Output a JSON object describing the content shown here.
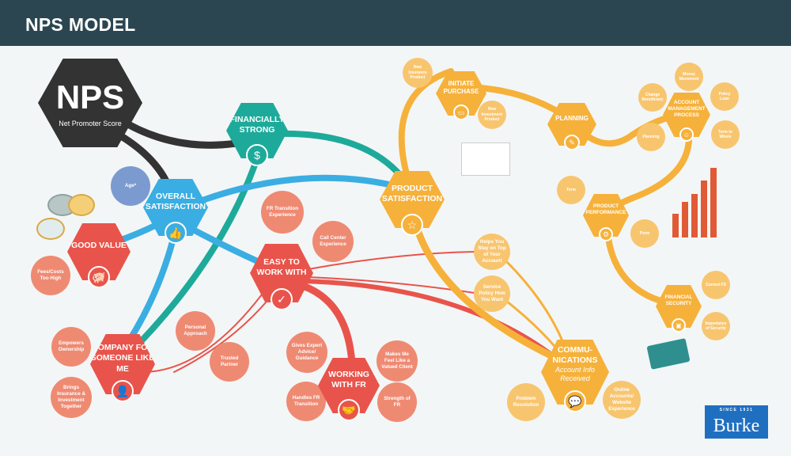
{
  "header": {
    "title": "NPS MODEL"
  },
  "nps": {
    "title": "NPS",
    "subtitle": "Net Promoter Score"
  },
  "drivers": {
    "financially_strong": {
      "label": "FINANCIALLY STRONG",
      "icon": "dollar-icon"
    },
    "overall_satisfaction": {
      "label": "OVERALL SATISFACTION",
      "icon": "thumbs-up-icon",
      "attributes": [
        "Age*"
      ]
    },
    "good_value": {
      "label": "GOOD VALUE",
      "icon": "piggy-bank-icon",
      "attributes": [
        "Fees/Costs Too High"
      ]
    },
    "easy_to_work_with": {
      "label": "EASY TO WORK WITH",
      "icon": "checkmark-icon",
      "attributes": [
        "FR Transition Experience",
        "Call Center Experience"
      ]
    },
    "company_for_someone_like_me": {
      "label": "COMPANY FOR SOMEONE LIKE ME",
      "icon": "person-icon",
      "attributes": [
        "Empowers Ownership",
        "Brings Insurance & Investment Together",
        "Personal Approach",
        "Trusted Partner"
      ]
    },
    "working_with_fr": {
      "label": "WORKING WITH FR",
      "icon": "handshake-icon",
      "attributes": [
        "Gives Expert Advice/ Guidance",
        "Makes Me Feel Like a Valued Client",
        "Handles FR Transition",
        "Strength of FR"
      ]
    },
    "product_satisfaction": {
      "label": "PRODUCT SATISFACTION",
      "icon": "star-icon"
    },
    "initiate_purchase": {
      "label": "INITIATE PURCHASE",
      "icon": "wallet-icon",
      "attributes": [
        "New Insurance Product",
        "New Investment Product"
      ]
    },
    "planning": {
      "label": "PLANNING",
      "icon": "pencil-icon"
    },
    "account_management": {
      "label": "ACCOUNT MANAGEMENT PROCESS",
      "icon": "people-icon",
      "attributes": [
        "Money Movement",
        "Change Beneficiary",
        "Policy Loan",
        "Planning",
        "Term to Whole"
      ]
    },
    "product_performance": {
      "label": "PRODUCT PERFORMANCE",
      "icon": "gear-icon",
      "attributes": [
        "Term",
        "Perm"
      ]
    },
    "financial_security": {
      "label": "FINANCIAL SECURITY",
      "icon": "safe-icon",
      "attributes": [
        "Current FS",
        "Importance of Security"
      ]
    },
    "communications": {
      "label": "COMMU- NICATIONS",
      "sublabel": "Account Info Received",
      "icon": "chat-icon",
      "attributes": [
        "Helps You Stay on Top of Your Account",
        "Service Policy How You Want",
        "Problem Resolution",
        "Online Accounts/ Website Experience"
      ]
    }
  },
  "logo": {
    "since": "SINCE 1931",
    "brand": "Burke"
  },
  "colors": {
    "header": "#2b4650",
    "orange": "#f6b13a",
    "red": "#e8544b",
    "blue": "#3aaee2",
    "teal": "#1eaa9a",
    "dark": "#333333"
  }
}
